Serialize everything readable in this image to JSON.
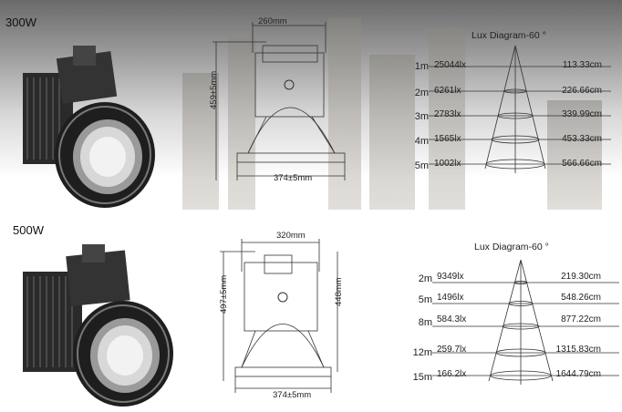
{
  "models": [
    {
      "label": "300W",
      "dims": {
        "top_width": "260mm",
        "height": "459±5mm",
        "bottom_width": "374±5mm"
      },
      "lux": {
        "title": "Lux Diagram-60 °",
        "rows": [
          {
            "distance": "1m",
            "lux": "25044lx",
            "diameter": "113.33cm"
          },
          {
            "distance": "2m",
            "lux": "6261lx",
            "diameter": "226.66cm"
          },
          {
            "distance": "3m",
            "lux": "2783lx",
            "diameter": "339.99cm"
          },
          {
            "distance": "4m",
            "lux": "1565lx",
            "diameter": "453.33cm"
          },
          {
            "distance": "5m",
            "lux": "1002lx",
            "diameter": "566.66cm"
          }
        ]
      }
    },
    {
      "label": "500W",
      "dims": {
        "top_width": "320mm",
        "height": "497±5mm",
        "side_height": "448mm",
        "bottom_width": "374±5mm"
      },
      "lux": {
        "title": "Lux Diagram-60 °",
        "rows": [
          {
            "distance": "2m",
            "lux": "9349lx",
            "diameter": "219.30cm"
          },
          {
            "distance": "5m",
            "lux": "1496lx",
            "diameter": "548.26cm"
          },
          {
            "distance": "8m",
            "lux": "584.3lx",
            "diameter": "877.22cm"
          },
          {
            "distance": "12m",
            "lux": "259.7lx",
            "diameter": "1315.83cm"
          },
          {
            "distance": "15m",
            "lux": "166.2lx",
            "diameter": "1644.79cm"
          }
        ]
      }
    }
  ]
}
